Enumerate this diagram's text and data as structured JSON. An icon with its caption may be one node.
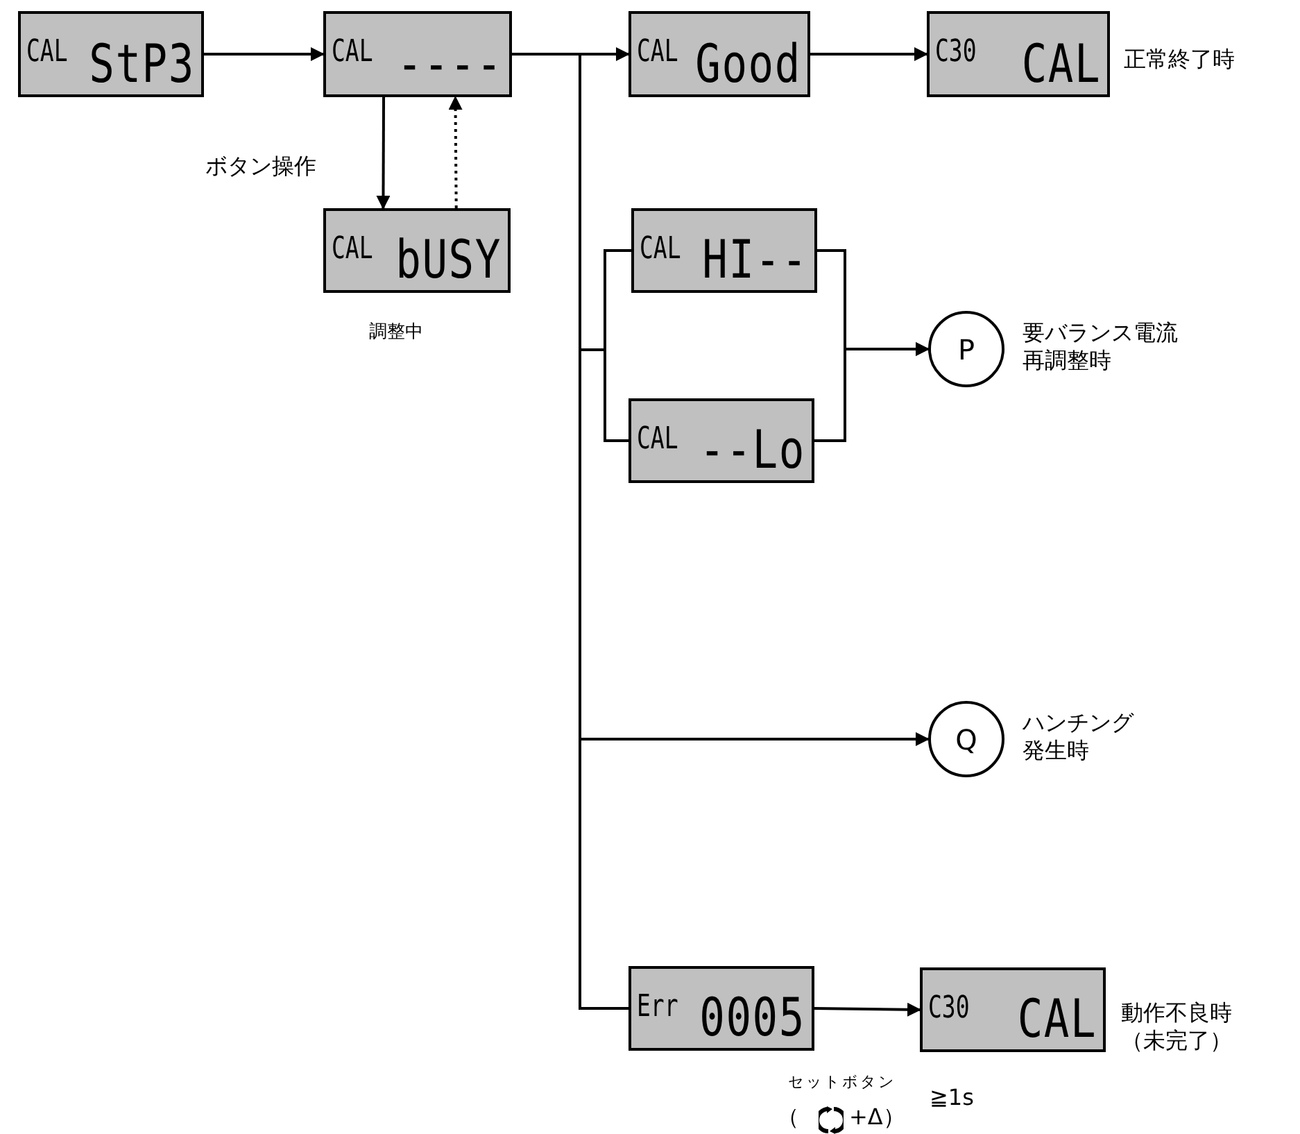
{
  "diagram": {
    "nodes": [
      {
        "text": [
          "CAL",
          "StP3"
        ]
      },
      {
        "text": [
          "CAL",
          "----"
        ]
      },
      {
        "text": [
          "CAL",
          "bUSY"
        ],
        "beside": [
          "調整中"
        ]
      },
      {
        "text": [
          "CAL",
          "Good"
        ]
      },
      {
        "text": [
          "C30",
          "CAL"
        ],
        "beside": [
          "正常終了時"
        ]
      },
      {
        "text": [
          "CAL",
          "HI--"
        ]
      },
      {
        "text": [
          "CAL",
          "--Lo"
        ]
      },
      {
        "text": [
          "P"
        ],
        "beside": [
          "要バランス電流再調整時"
        ]
      },
      {
        "text": [
          "Q"
        ],
        "beside": [
          "ハンチング発生時"
        ]
      },
      {
        "text": [
          "Err",
          "0005"
        ]
      },
      {
        "text": [
          "C30",
          "CAL"
        ],
        "beside": [
          "動作不良時（未完了）"
        ]
      }
    ],
    "edges": [
      {
        "from": 0,
        "to": 1,
        "arrow": "to"
      },
      {
        "from": 1,
        "to": 2,
        "arrow": "to",
        "label": "ボタン操作"
      },
      {
        "from": 2,
        "to": 1,
        "arrow": "to",
        "style": "dashed"
      },
      {
        "from": 1,
        "to": 3,
        "arrow": "to"
      },
      {
        "from": 1,
        "to": 5,
        "arrow": "none"
      },
      {
        "from": 1,
        "to": 6,
        "arrow": "none"
      },
      {
        "from": 5,
        "to": 7,
        "arrow": "to"
      },
      {
        "from": 6,
        "to": 7,
        "arrow": "to"
      },
      {
        "from": 1,
        "to": 8,
        "arrow": "to"
      },
      {
        "from": 1,
        "to": 9,
        "arrow": "none"
      },
      {
        "from": 3,
        "to": 4,
        "arrow": "to"
      },
      {
        "from": 9,
        "to": 10,
        "arrow": "to"
      }
    ],
    "labels": [
      "セットボタン",
      "（",
      "+Δ）",
      "≧1s"
    ]
  }
}
